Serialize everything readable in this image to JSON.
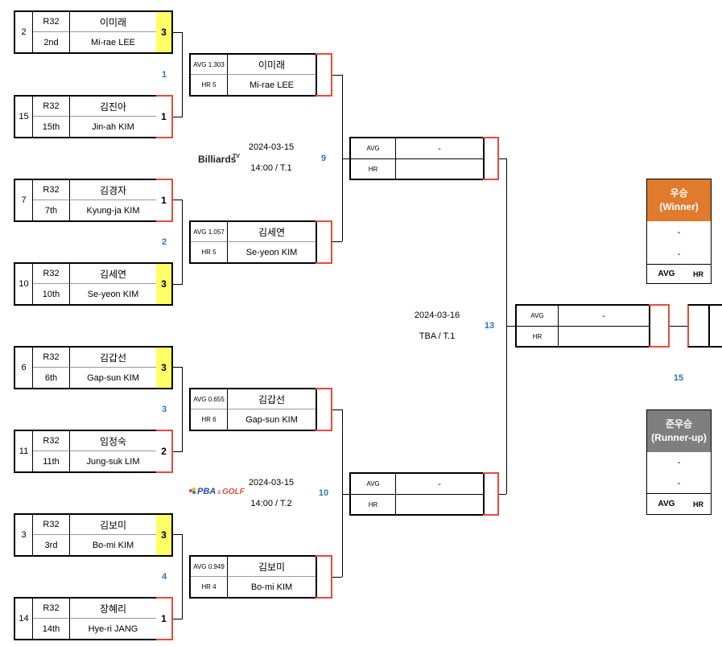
{
  "round32": [
    {
      "seed": "2",
      "round": "R32",
      "rank": "2nd",
      "name_ko": "이미래",
      "name_en": "Mi-rae LEE",
      "score": "3",
      "winner": true
    },
    {
      "seed": "15",
      "round": "R32",
      "rank": "15th",
      "name_ko": "김진아",
      "name_en": "Jin-ah KIM",
      "score": "1",
      "winner": false
    },
    {
      "seed": "7",
      "round": "R32",
      "rank": "7th",
      "name_ko": "김경자",
      "name_en": "Kyung-ja KIM",
      "score": "1",
      "winner": false
    },
    {
      "seed": "10",
      "round": "R32",
      "rank": "10th",
      "name_ko": "김세연",
      "name_en": "Se-yeon KIM",
      "score": "3",
      "winner": true
    },
    {
      "seed": "6",
      "round": "R32",
      "rank": "6th",
      "name_ko": "김갑선",
      "name_en": "Gap-sun KIM",
      "score": "3",
      "winner": true
    },
    {
      "seed": "11",
      "round": "R32",
      "rank": "11th",
      "name_ko": "임정숙",
      "name_en": "Jung-suk LIM",
      "score": "2",
      "winner": false
    },
    {
      "seed": "3",
      "round": "R32",
      "rank": "3rd",
      "name_ko": "김보미",
      "name_en": "Bo-mi KIM",
      "score": "3",
      "winner": true
    },
    {
      "seed": "14",
      "round": "R32",
      "rank": "14th",
      "name_ko": "장혜리",
      "name_en": "Hye-ri JANG",
      "score": "1",
      "winner": false
    }
  ],
  "match_numbers": {
    "m1": "1",
    "m2": "2",
    "m3": "3",
    "m4": "4",
    "m9": "9",
    "m10": "10",
    "m13": "13",
    "m15": "15"
  },
  "round16": [
    {
      "avg": "AVG 1.303",
      "hr": "HR 5",
      "name_ko": "이미래",
      "name_en": "Mi-rae LEE"
    },
    {
      "avg": "AVG 1.057",
      "hr": "HR 5",
      "name_ko": "김세연",
      "name_en": "Se-yeon KIM"
    },
    {
      "avg": "AVG 0.655",
      "hr": "HR 6",
      "name_ko": "김갑선",
      "name_en": "Gap-sun KIM"
    },
    {
      "avg": "AVG 0.949",
      "hr": "HR 4",
      "name_ko": "김보미",
      "name_en": "Bo-mi KIM"
    }
  ],
  "quarter": [
    {
      "avg": "AVG",
      "hr": "HR",
      "name": "-"
    },
    {
      "avg": "AVG",
      "hr": "HR",
      "name": "-"
    }
  ],
  "semi": {
    "avg": "AVG",
    "hr": "HR",
    "name": "-"
  },
  "schedule": [
    {
      "date": "2024-03-15",
      "time": "14:00 / T.1",
      "broadcaster": "Billiards TV"
    },
    {
      "date": "2024-03-15",
      "time": "14:00 / T.2",
      "broadcaster": "PBA & GOLF"
    },
    {
      "date": "2024-03-16",
      "time": "TBA / T.1"
    }
  ],
  "winner_box": {
    "title_ko": "우승",
    "title_en": "(Winner)",
    "line1": "-",
    "line2": "-",
    "avg": "AVG",
    "hr": "HR",
    "color": "#e07b2e"
  },
  "runnerup_box": {
    "title_ko": "준우승",
    "title_en": "(Runner-up)",
    "line1": "-",
    "line2": "-",
    "avg": "AVG",
    "hr": "HR",
    "color": "#7f7f7f"
  },
  "colors": {
    "winner_score": "#ffff66",
    "accent_red": "#e84a3b",
    "match_blue": "#2f75b5"
  }
}
